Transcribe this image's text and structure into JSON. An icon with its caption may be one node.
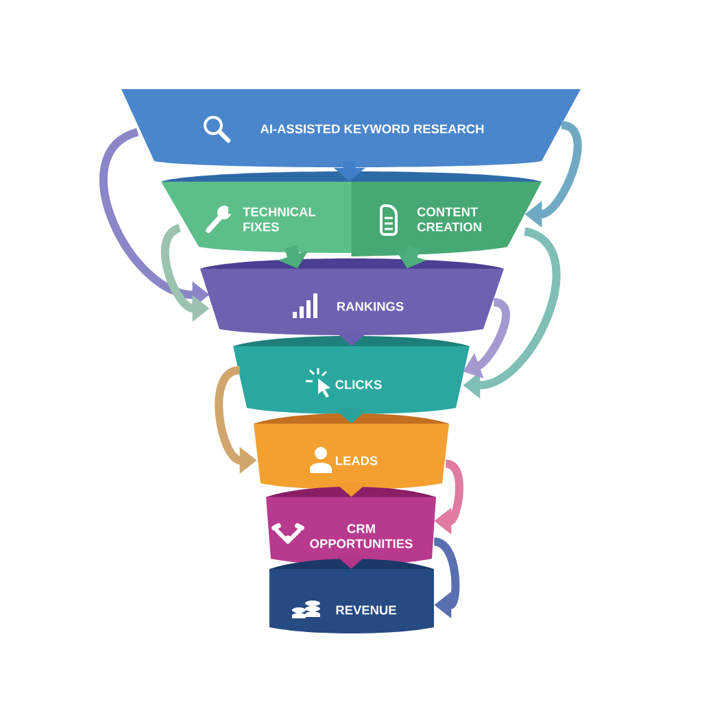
{
  "diagram": {
    "nodes": [
      {
        "text": [
          "AI-ASSISTED KEYWORD RESEARCH"
        ]
      },
      {
        "text": [
          "TECHNICAL FIXES",
          "CONTENT CREATION"
        ]
      },
      {
        "text": [
          "RANKINGS"
        ]
      },
      {
        "text": [
          "CLICKS"
        ]
      },
      {
        "text": [
          "LEADS"
        ]
      },
      {
        "text": [
          "CRM OPPORTUNITIES"
        ]
      },
      {
        "text": [
          "REVENUE"
        ]
      }
    ],
    "edges": [
      {
        "from": 0,
        "to": 1,
        "arrow": "to",
        "color": "#3f7fc8"
      },
      {
        "from": 1,
        "to": 2,
        "arrow": "to",
        "color": "#4cae7a"
      },
      {
        "from": 1,
        "to": 2,
        "arrow": "to",
        "color": "#4cae7a"
      },
      {
        "from": 2,
        "to": 3,
        "arrow": "to",
        "color": "#6a5fb0"
      },
      {
        "from": 3,
        "to": 4,
        "arrow": "to",
        "color": "#2aa39a"
      },
      {
        "from": 4,
        "to": 5,
        "arrow": "to",
        "color": "#f2992e"
      },
      {
        "from": 5,
        "to": 6,
        "arrow": "to",
        "color": "#b3368a"
      },
      {
        "from": 0,
        "to": 2,
        "arrow": "to",
        "color": "#8a86c8"
      },
      {
        "from": 0,
        "to": 1,
        "arrow": "to",
        "color": "#6fa9c4"
      },
      {
        "from": 1,
        "to": 2,
        "arrow": "to",
        "color": "#9cc3b0"
      },
      {
        "from": 1,
        "to": 3,
        "arrow": "to",
        "color": "#7fbfb5"
      },
      {
        "from": 2,
        "to": 3,
        "arrow": "to",
        "color": "#a49ad0"
      },
      {
        "from": 3,
        "to": 4,
        "arrow": "to",
        "color": "#d0a66c"
      },
      {
        "from": 4,
        "to": 5,
        "arrow": "to",
        "color": "#e07aa0"
      },
      {
        "from": 5,
        "to": 6,
        "arrow": "to",
        "color": "#5a6fb0"
      }
    ]
  }
}
